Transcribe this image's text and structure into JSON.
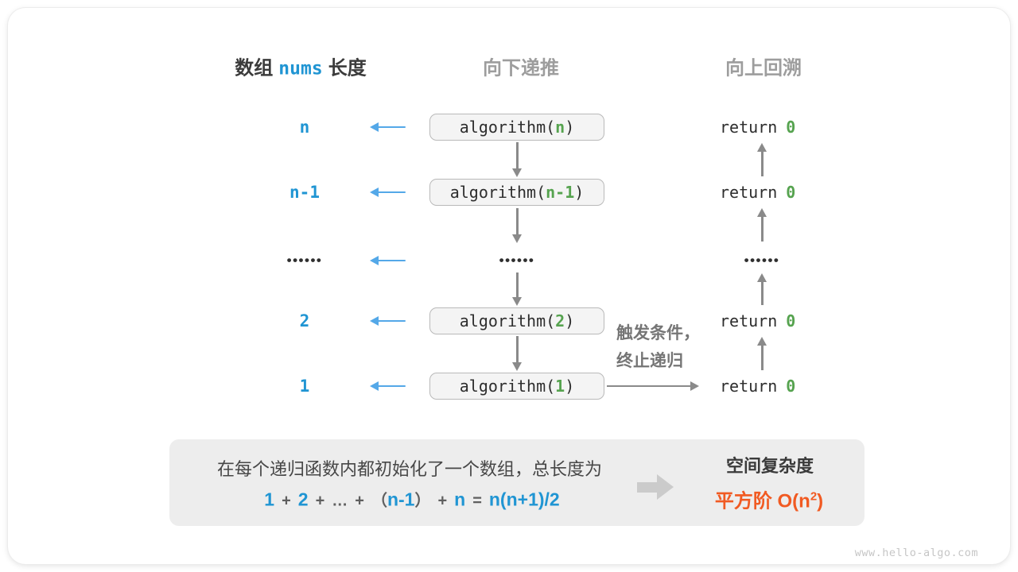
{
  "headers": {
    "left_pre": "数组",
    "left_code": "nums",
    "left_post": "长度",
    "mid": "向下递推",
    "right": "向上回溯"
  },
  "dots": "••••••",
  "labels": {
    "r1": "n",
    "r2": "n-1",
    "r4": "2",
    "r5": "1"
  },
  "code": {
    "call_pre": "algorithm(",
    "call_post": ")",
    "args": {
      "r1": "n",
      "r2": "n-1",
      "r4": "2",
      "r5": "1"
    },
    "return_kw": "return",
    "return_val": "0"
  },
  "trigger": {
    "line1": "触发条件，",
    "line2": "终止递归"
  },
  "summary": {
    "line1": "在每个递归函数内都初始化了一个数组，总长度为",
    "formula": {
      "f1": "1",
      "o1": "+",
      "f2": "2",
      "o2": "+",
      "f3": "…",
      "o3": "+",
      "lp": "（",
      "f4": "n-1",
      "rp": "）",
      "o4": "+",
      "f5": "n",
      "eq": "=",
      "f6": "n(n+1)/2"
    },
    "result_title": "空间复杂度",
    "result_pre": "平方阶 O(n",
    "result_sup": "2",
    "result_post": ")"
  },
  "watermark": "www.hello-algo.com",
  "colors": {
    "blue_text": "#2095d3",
    "blue_arrow": "#54a8e8",
    "green": "#56a34f",
    "gray_arrow": "#8a8a8a",
    "orange": "#f15a22",
    "panel_bg": "#ededed",
    "box_bg": "#f4f4f4",
    "box_border": "#b9b9b9"
  }
}
